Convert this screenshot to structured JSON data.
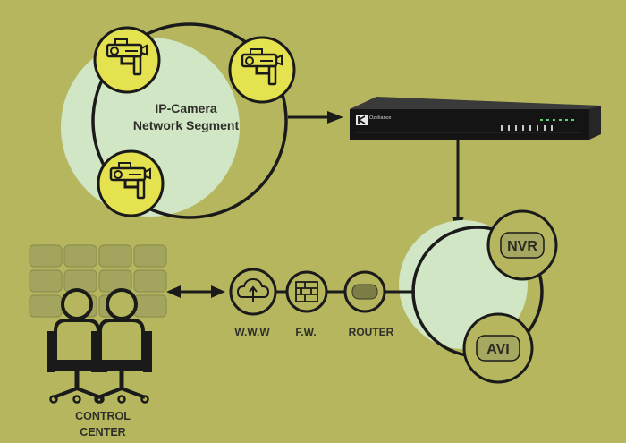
{
  "camera_segment": {
    "title_line1": "IP-Camera",
    "title_line2": "Network Segment"
  },
  "recorder": {
    "brand": "Ozeliance",
    "storage": [
      {
        "label": "NVR"
      },
      {
        "label": "AVI"
      }
    ]
  },
  "network_chain": [
    {
      "label": "W.W.W",
      "icon": "cloud-upload-icon"
    },
    {
      "label": "F.W.",
      "icon": "firewall-brick-icon"
    },
    {
      "label": "ROUTER",
      "icon": "router-icon"
    }
  ],
  "control_center": {
    "label_line1": "CONTROL",
    "label_line2": "CENTER"
  },
  "colors": {
    "background": "#b5b65e",
    "pale_green": "#d1e6c4",
    "camera_yellow": "#e5e24f",
    "outline": "#1a1a1a",
    "pill": "#a6a760",
    "wall_tile": "#a3a45e"
  }
}
